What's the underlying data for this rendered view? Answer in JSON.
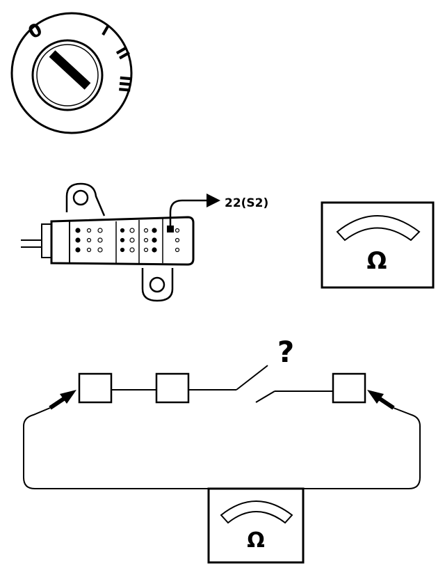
{
  "ignition_switch": {
    "positions": [
      "0",
      "I",
      "II",
      "III"
    ]
  },
  "connector": {
    "callout_label": "22(S2)"
  },
  "meter": {
    "symbol": "Ω"
  },
  "test_circuit": {
    "question_mark": "?",
    "meter_symbol": "Ω"
  },
  "colors": {
    "ink": "#000000",
    "paper": "#ffffff"
  }
}
